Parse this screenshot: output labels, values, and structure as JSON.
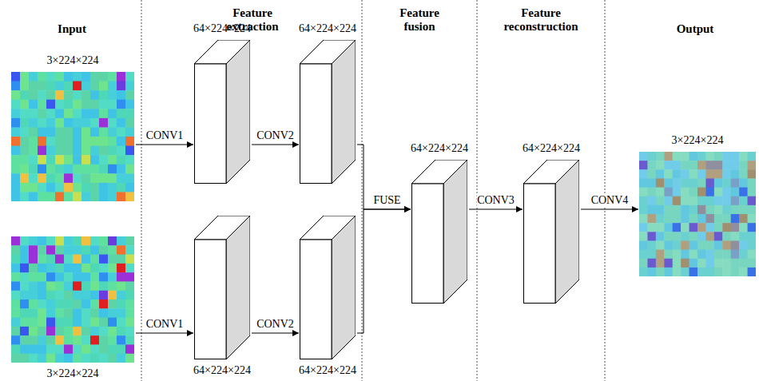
{
  "diagram": {
    "nodes": [
      {
        "text": [
          "3×224×224"
        ]
      },
      {
        "text": [
          "3×224×224"
        ]
      },
      {
        "text": [
          "64×224×224"
        ]
      },
      {
        "text": [
          "64×224×224"
        ]
      },
      {
        "text": [
          "64×224×224"
        ]
      },
      {
        "text": [
          "64×224×224"
        ]
      },
      {
        "text": [
          "64×224×224"
        ]
      },
      {
        "text": [
          "64×224×224"
        ]
      },
      {
        "text": [
          "3×224×224"
        ]
      }
    ],
    "edges": [
      {
        "from": 0,
        "to": 2,
        "label": "CONV1",
        "arrow": "to"
      },
      {
        "from": 2,
        "to": 3,
        "label": "CONV2",
        "arrow": "to"
      },
      {
        "from": 1,
        "to": 4,
        "label": "CONV1",
        "arrow": "to"
      },
      {
        "from": 4,
        "to": 5,
        "label": "CONV2",
        "arrow": "to"
      },
      {
        "from": 3,
        "to": 6,
        "label": "FUSE",
        "arrow": "to"
      },
      {
        "from": 5,
        "to": 6,
        "arrow": "to"
      },
      {
        "from": 6,
        "to": 7,
        "label": "CONV3",
        "arrow": "to"
      },
      {
        "from": 7,
        "to": 8,
        "label": "CONV4",
        "arrow": "to"
      }
    ],
    "labels": [
      "Input",
      "Feature extraction",
      "Feature fusion",
      "Feature reconstruction",
      "Output"
    ]
  }
}
